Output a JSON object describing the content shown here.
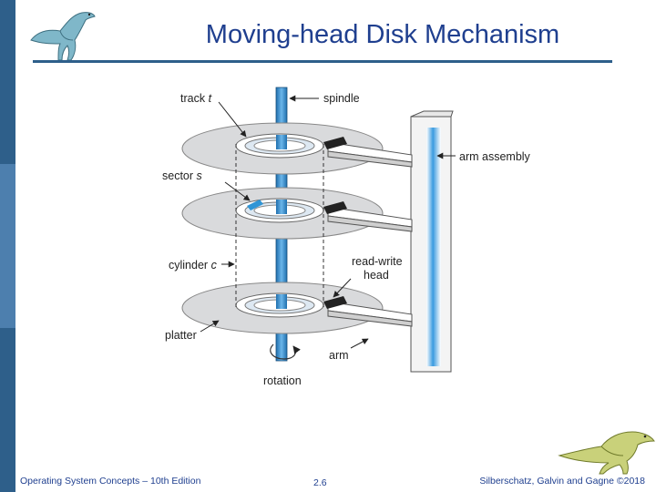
{
  "slide": {
    "title": "Moving-head Disk Mechanism",
    "footer_left": "Operating System Concepts – 10th Edition",
    "footer_center": "2.6",
    "footer_right": "Silberschatz, Galvin and Gagne ©2018"
  },
  "diagram": {
    "labels": {
      "track_word": "track",
      "track_var": "t",
      "spindle": "spindle",
      "arm_assembly": "arm assembly",
      "sector_word": "sector",
      "sector_var": "s",
      "cylinder_word": "cylinder",
      "cylinder_var": "c",
      "read_write_line1": "read-write",
      "read_write_line2": "head",
      "platter": "platter",
      "arm": "arm",
      "rotation": "rotation"
    }
  },
  "colors": {
    "title": "#1f3f8f",
    "sidebar_dark": "#2e5f8a",
    "sidebar_light": "#4d7fae",
    "spindle_blue": "#3a8fd0",
    "platter_gray": "#d9dadc"
  },
  "icons": [
    "dinosaur-logo-left",
    "dinosaur-logo-right"
  ]
}
